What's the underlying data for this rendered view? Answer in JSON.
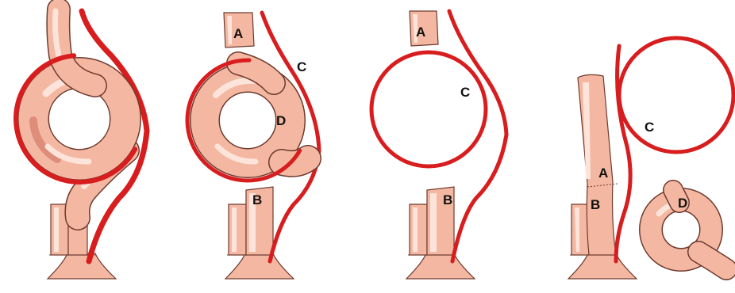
{
  "colors": {
    "background": "#ffffff",
    "artery_red": "#d81d1f",
    "bowel_fill": "#f4b8a2",
    "bowel_highlight": "#fde4da",
    "bowel_shadow": "#dd8d79",
    "bowel_outline": "#6e3a2e"
  },
  "panels": [
    {
      "labels": []
    },
    {
      "labels": [
        "A",
        "C",
        "D",
        "B"
      ]
    },
    {
      "labels": [
        "A",
        "C",
        "B"
      ]
    },
    {
      "labels": [
        "C",
        "A",
        "B",
        "D"
      ]
    }
  ]
}
